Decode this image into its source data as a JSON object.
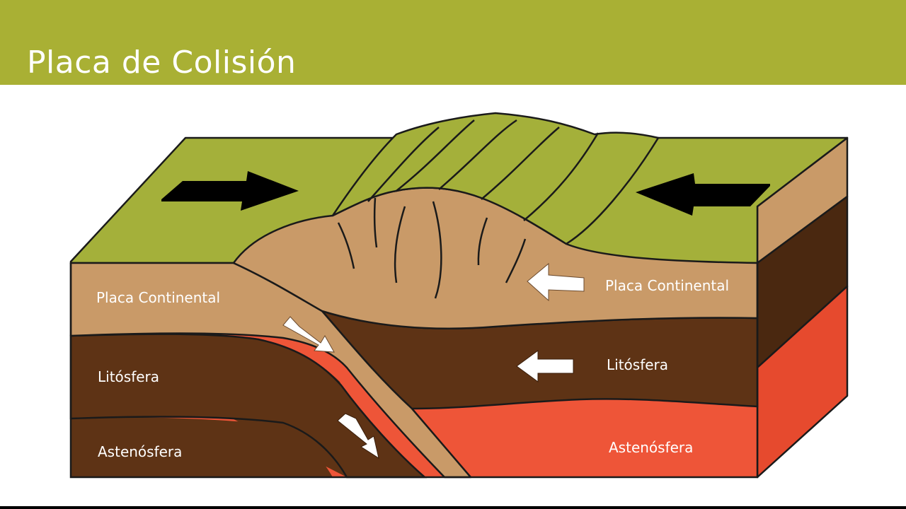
{
  "header": {
    "title": "Placa de Colisión"
  },
  "labels": {
    "left_continental": "Placa Continental",
    "left_lithosphere": "Litósfera",
    "left_asthenosphere": "Astenósfera",
    "right_continental": "Placa Continental",
    "right_lithosphere": "Litósfera",
    "right_asthenosphere": "Astenósfera"
  },
  "colors": {
    "header_bar": "#a9b034",
    "surface_green": "#a4b03a",
    "continental_crust": "#c99a68",
    "lithosphere": "#5e3315",
    "asthenosphere": "#ee5538",
    "side_lithosphere": "#4a2810",
    "side_asthenosphere": "#e64a2e"
  },
  "icons": {
    "plate_motion": "arrow-icon",
    "flow": "white-arrow-icon"
  }
}
